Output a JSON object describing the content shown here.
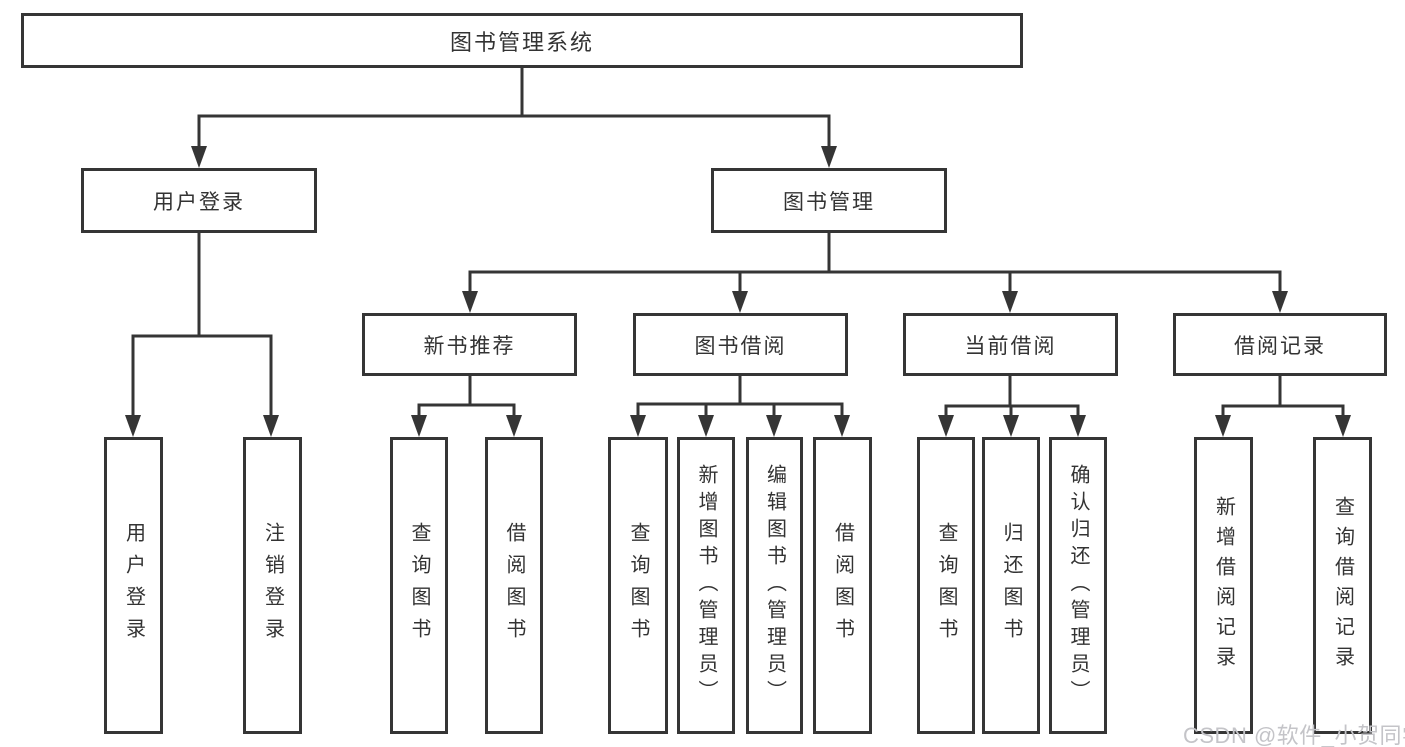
{
  "tree": {
    "root": {
      "label": "图书管理系统",
      "children": [
        {
          "label": "用户登录",
          "children": [
            {
              "label": "用户登录"
            },
            {
              "label": "注销登录"
            }
          ]
        },
        {
          "label": "图书管理",
          "children": [
            {
              "label": "新书推荐",
              "children": [
                {
                  "label": "查询图书"
                },
                {
                  "label": "借阅图书"
                }
              ]
            },
            {
              "label": "图书借阅",
              "children": [
                {
                  "label": "查询图书"
                },
                {
                  "label": "新增图书（管理员）"
                },
                {
                  "label": "编辑图书（管理员）"
                },
                {
                  "label": "借阅图书"
                }
              ]
            },
            {
              "label": "当前借阅",
              "children": [
                {
                  "label": "查询图书"
                },
                {
                  "label": "归还图书"
                },
                {
                  "label": "确认归还（管理员）"
                }
              ]
            },
            {
              "label": "借阅记录",
              "children": [
                {
                  "label": "新增借阅记录"
                },
                {
                  "label": "查询借阅记录"
                }
              ]
            }
          ]
        }
      ]
    }
  },
  "watermark": {
    "text": "CSDN @软件_小贺同学"
  },
  "colors": {
    "line": "#353535",
    "text": "#333333",
    "watermark": "#c4c4c8",
    "background": "#ffffff"
  }
}
